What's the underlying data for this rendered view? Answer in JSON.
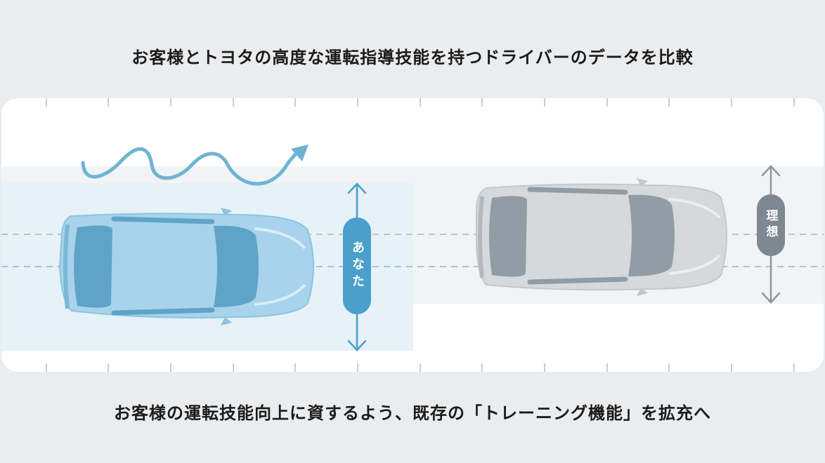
{
  "header": {
    "title": "お客様とトヨタの高度な運転指導技能を持つドライバーのデータを比較"
  },
  "footer": {
    "caption": "お客様の運転技能向上に資するよう、既存の「トレーニング機能」を拡充へ"
  },
  "labels": {
    "you": "あなた",
    "ideal": "理想"
  },
  "colors": {
    "background": "#ebecee",
    "road": "#ffffff",
    "lane": "#f2f3f4",
    "you_blue": "#4a9fcb",
    "you_zone": "#e8f2f8",
    "ideal_gray": "#7e8891"
  },
  "icons": [
    "wavy-arrow-icon",
    "double-arrow-icon",
    "car-icon"
  ]
}
